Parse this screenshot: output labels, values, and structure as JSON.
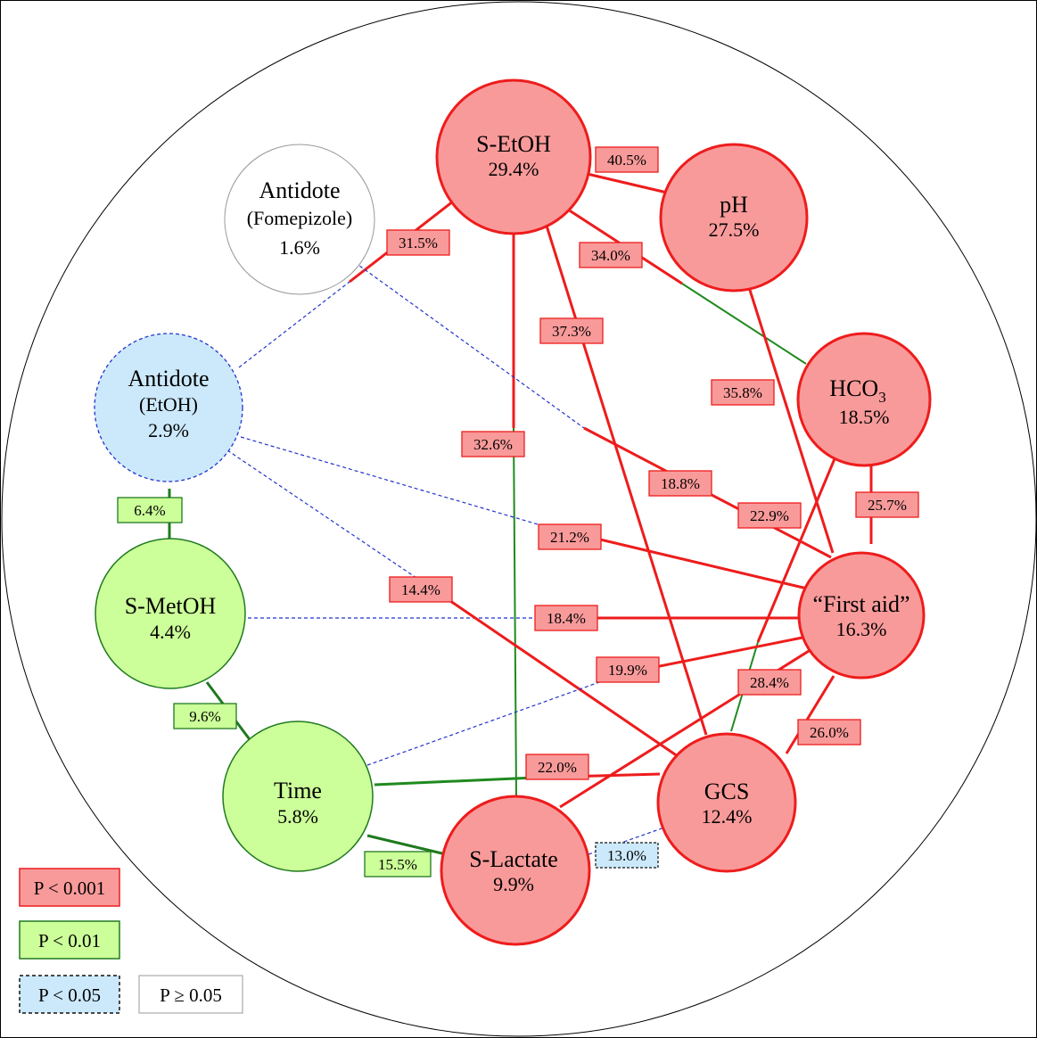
{
  "colors": {
    "p001_fill": "#f99a9a",
    "p001_stroke": "#ee1c1c",
    "p01_fill": "#ccff99",
    "p01_stroke": "#1f7a1f",
    "p05_fill": "#cce9fb",
    "p05_stroke": "#2233cc",
    "ns_fill": "#ffffff",
    "ns_stroke": "#999999"
  },
  "nodes": {
    "setoh": {
      "name": "S-EtOH",
      "pct": "29.4%",
      "level": "p001"
    },
    "ph": {
      "name": "pH",
      "pct": "27.5%",
      "level": "p001"
    },
    "hco3": {
      "name": "HCO",
      "subscript": "3",
      "pct": "18.5%",
      "level": "p001"
    },
    "firstaid": {
      "name": "“First aid”",
      "pct": "16.3%",
      "level": "p001"
    },
    "gcs": {
      "name": "GCS",
      "pct": "12.4%",
      "level": "p001"
    },
    "slactate": {
      "name": "S-Lactate",
      "pct": "9.9%",
      "level": "p001"
    },
    "time": {
      "name": "Time",
      "pct": "5.8%",
      "level": "p01"
    },
    "smetoh": {
      "name": "S-MetOH",
      "pct": "4.4%",
      "level": "p01"
    },
    "antidote_etoh": {
      "name": "Antidote",
      "sub": "(EtOH)",
      "pct": "2.9%",
      "level": "p05"
    },
    "antidote_fome": {
      "name": "Antidote",
      "sub": "(Fomepizole)",
      "pct": "1.6%",
      "level": "ns"
    }
  },
  "edges": [
    {
      "from": "setoh",
      "to": "ph",
      "label": "40.5%",
      "level": "p001"
    },
    {
      "from": "setoh",
      "to": "antidote_fome",
      "label": "31.5%",
      "level": "p001"
    },
    {
      "from": "setoh",
      "to": "hco3",
      "label": "34.0%",
      "level": "p001"
    },
    {
      "from": "setoh",
      "to": "gcs",
      "label": "37.3%",
      "level": "p001"
    },
    {
      "from": "setoh",
      "to": "slactate",
      "label": "32.6%",
      "level": "p001"
    },
    {
      "from": "ph",
      "to": "firstaid",
      "label": "35.8%",
      "level": "p001"
    },
    {
      "from": "hco3",
      "to": "firstaid",
      "label": "25.7%",
      "level": "p001"
    },
    {
      "from": "hco3",
      "to": "gcs",
      "label": "22.9%",
      "level": "p001"
    },
    {
      "from": "antidote_fome",
      "to": "firstaid",
      "label": "18.8%",
      "level": "p001"
    },
    {
      "from": "antidote_etoh",
      "to": "firstaid",
      "label": "21.2%",
      "level": "p001"
    },
    {
      "from": "smetoh",
      "to": "firstaid",
      "label": "18.4%",
      "level": "p001"
    },
    {
      "from": "antidote_etoh",
      "to": "gcs",
      "label": "14.4%",
      "level": "p001"
    },
    {
      "from": "time",
      "to": "firstaid",
      "label": "19.9%",
      "level": "p001"
    },
    {
      "from": "slactate",
      "to": "firstaid",
      "label": "28.4%",
      "level": "p001"
    },
    {
      "from": "firstaid",
      "to": "gcs",
      "label": "26.0%",
      "level": "p001"
    },
    {
      "from": "time",
      "to": "gcs",
      "label": "22.0%",
      "level": "p001"
    },
    {
      "from": "slactate",
      "to": "gcs",
      "label": "13.0%",
      "level": "p05"
    },
    {
      "from": "antidote_etoh",
      "to": "smetoh",
      "label": "6.4%",
      "level": "p01"
    },
    {
      "from": "smetoh",
      "to": "time",
      "label": "9.6%",
      "level": "p01"
    },
    {
      "from": "time",
      "to": "slactate",
      "label": "15.5%",
      "level": "p01"
    }
  ],
  "legend": [
    {
      "label": "P < 0.001",
      "level": "p001"
    },
    {
      "label": "P < 0.01",
      "level": "p01"
    },
    {
      "label": "P < 0.05",
      "level": "p05"
    },
    {
      "label": "P ≥ 0.05",
      "level": "ns"
    }
  ]
}
